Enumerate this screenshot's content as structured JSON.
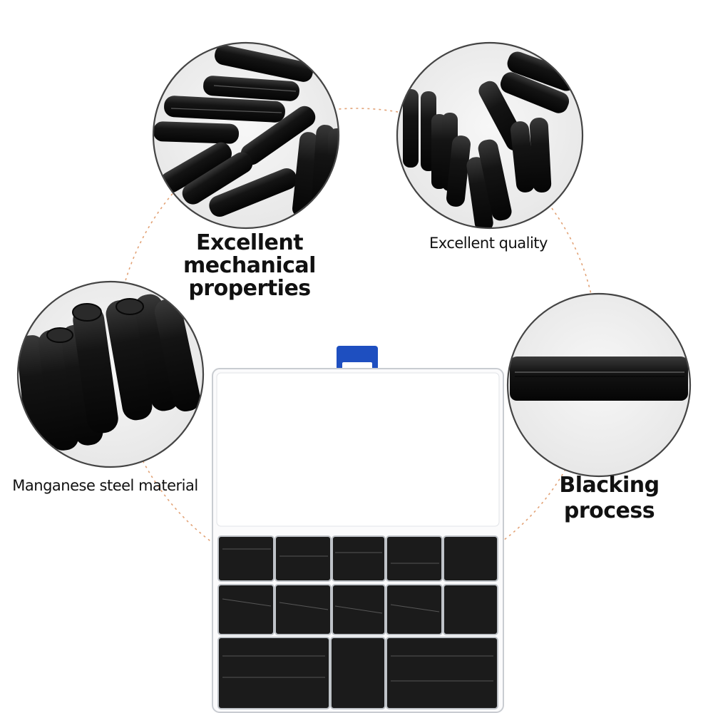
{
  "features": [
    {
      "id": "mechanical",
      "text": "Excellent mechanical properties"
    },
    {
      "id": "quality",
      "text": "Excellent quality"
    },
    {
      "id": "material",
      "text": "Manganese steel material"
    },
    {
      "id": "process",
      "text": "Blacking process"
    }
  ],
  "colors": {
    "ring_dashes": "#e2a276",
    "circle_border": "#444444",
    "circle_fill": "#efefef",
    "pin": "#121212",
    "box_frame": "#c9ccd1",
    "box_latch": "#1e4fc0",
    "text": "#111111"
  },
  "icons": {
    "pin": "spring-pin-icon",
    "box": "storage-box-icon"
  }
}
